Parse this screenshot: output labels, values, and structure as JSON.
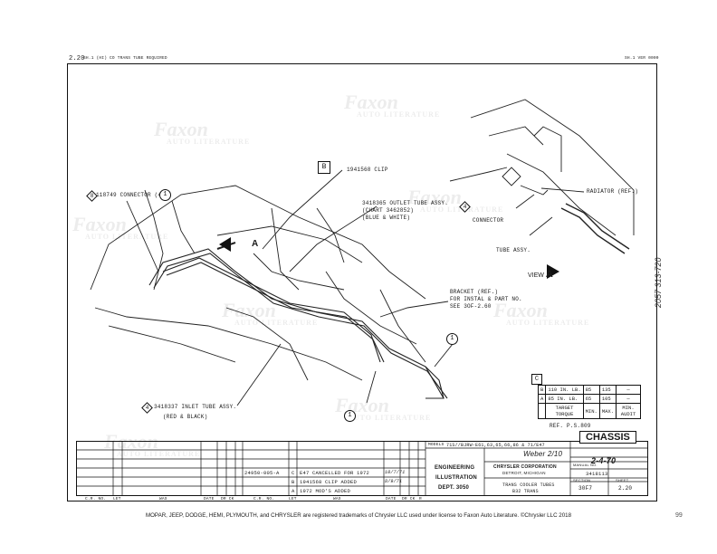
{
  "header": {
    "top_left": "2.20",
    "top_left_small": "SH.1 (HI)  CO TRANS TUBE REQUIRED",
    "top_right_small": "SH.1  VER 0000"
  },
  "watermark": {
    "brand": "Faxon",
    "sub": "AUTO LITERATURE"
  },
  "labels": {
    "connector_ref": "118749 CONNECTOR (4)",
    "connector_ref_num": "8",
    "callout_one": "1",
    "view_b_box": "B",
    "clip_ref": "1941568 CLIP",
    "outlet_tube": "3418365 OUTLET TUBE ASSY.",
    "outlet_chart": "(CHART 3462852)",
    "outlet_colors": "(BLUE & WHITE)",
    "outlet_ref_num": "4",
    "arrow_a": "A",
    "radiator": "RADIATOR (REF.)",
    "connector": "CONNECTOR",
    "tube_assy": "TUBE ASSY.",
    "view_a": "VIEW",
    "view_a_letter": "A",
    "bracket_1": "BRACKET (REF.)",
    "bracket_2": "FOR INSTAL & PART NO.",
    "bracket_3": "SEE 3OF-2.60",
    "inlet_tube": "3418337 INLET TUBE ASSY.",
    "inlet_colors": "(RED & BLACK)",
    "inlet_ref_num": "4",
    "margin_note": "2057 313-720"
  },
  "torque_table": {
    "box_c": "C",
    "rows": [
      {
        "ref": "B",
        "desc": "110 IN. LB.",
        "min": "85",
        "max": "135",
        "audit": "—"
      },
      {
        "ref": "A",
        "desc": "85 IN. LB.",
        "min": "65",
        "max": "105",
        "audit": "—"
      },
      {
        "ref": "",
        "desc": "TARGET TORQUE",
        "min": "MIN.",
        "max": "MAX.",
        "audit": "MIN. AUDIT"
      }
    ],
    "ref_note": "REF. P.S.809"
  },
  "title_block": {
    "chassis": "CHASSIS",
    "models_label": "MODELS",
    "models_value": "71S//BJRW-E61,63,65,66,86 & 71/E47",
    "corp": "CHRYSLER CORPORATION",
    "city": "DETROIT, MICHIGAN",
    "eng_1": "ENGINEERING",
    "eng_2": "ILLUSTRATION",
    "eng_3": "DEPT. 3050",
    "title_1": "TRANS COOLER TUBES",
    "title_2": "B32 TRANS",
    "date": "2-4-70",
    "manual_no": "3418113",
    "section": "30F7",
    "sheet": "2.20",
    "drawn_by": "Weber 2/10",
    "section_label": "SECTION",
    "sheet_label": "SHEET",
    "manual_label": "MANUAL NO."
  },
  "revisions": [
    {
      "cr": "24950-005-A",
      "ltr": "C",
      "was": "E47 CANCELLED FOR 1972",
      "date": "10/7/71"
    },
    {
      "cr": "",
      "ltr": "B",
      "was": "1941568 CLIP ADDED",
      "date": "8/9/71"
    },
    {
      "cr": "",
      "ltr": "A",
      "was": "1972 MOD'S ADDED",
      "date": ""
    }
  ],
  "rev_headers": {
    "cr_no": "C.R. NO.",
    "ltr": "LET",
    "was": "WAS",
    "date": "DATE",
    "drck": "DR CK",
    "r": "R"
  },
  "footer": "MOPAR, JEEP, DODGE, HEMI, PLYMOUTH, and CHRYSLER are registered trademarks of Chrysler LLC used under license to Faxon Auto Literature. ©Chrysler LLC 2018",
  "page_number": "99"
}
